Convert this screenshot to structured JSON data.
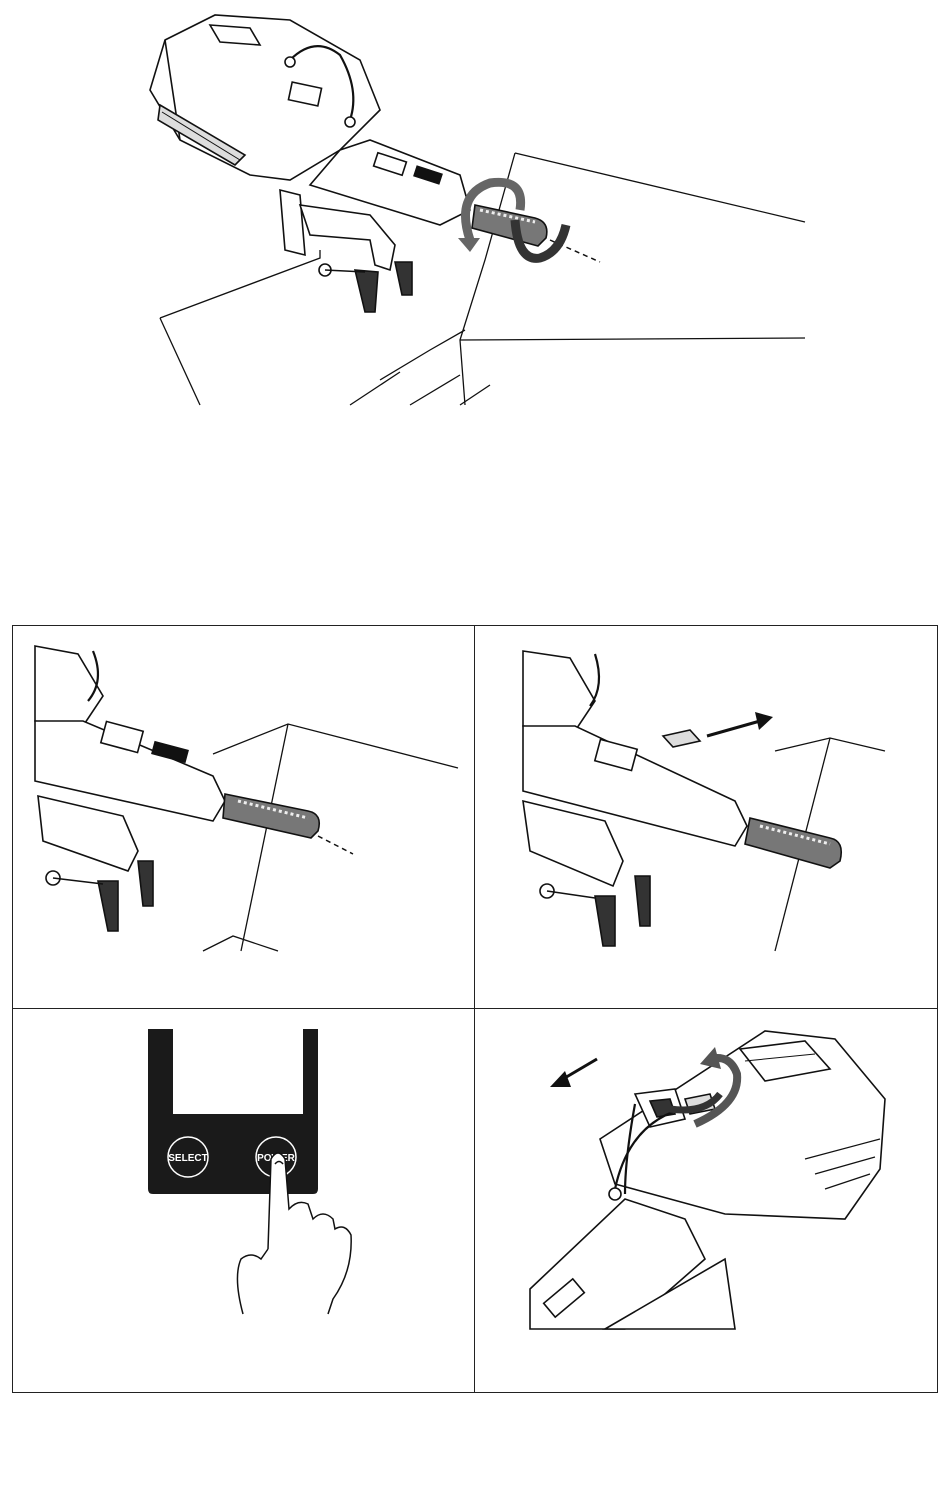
{
  "hero": {
    "icons": [
      "outboard-motor-icon",
      "rotate-tiller-arrow-icon",
      "boat-transom-icon"
    ]
  },
  "panels": [
    {
      "id": "tiller-extend",
      "icon": "tiller-grip-icon"
    },
    {
      "id": "remove-display-cover",
      "icon": "display-cover-arrow-icon"
    },
    {
      "id": "power-button",
      "buttons": {
        "select_label": "SELECT",
        "power_label": "POWER"
      },
      "icon": "finger-press-icon"
    },
    {
      "id": "disconnect-cable",
      "icon": "cable-rotate-arrow-icon"
    }
  ]
}
